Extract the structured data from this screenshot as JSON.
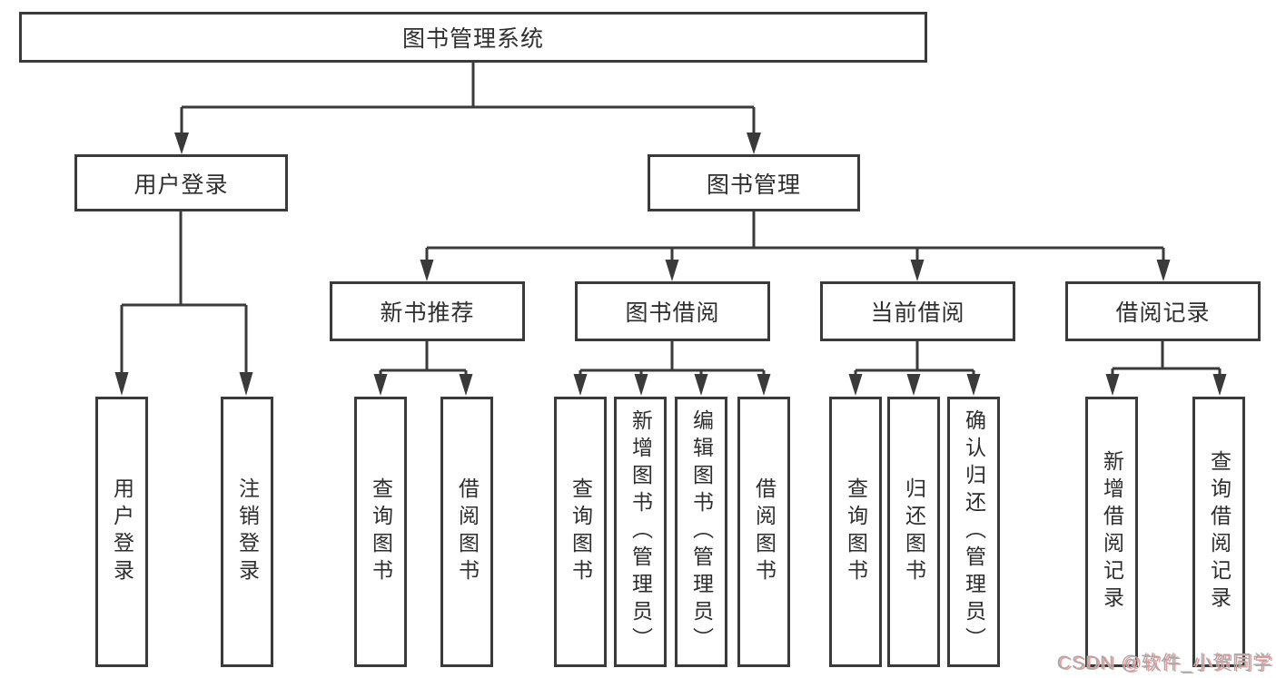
{
  "diagram": {
    "root": {
      "label": "图书管理系统",
      "children": [
        {
          "label": "用户登录",
          "children": [
            {
              "label": "用户登录"
            },
            {
              "label": "注销登录"
            }
          ]
        },
        {
          "label": "图书管理",
          "children": [
            {
              "label": "新书推荐",
              "children": [
                {
                  "label": "查询图书"
                },
                {
                  "label": "借阅图书"
                }
              ]
            },
            {
              "label": "图书借阅",
              "children": [
                {
                  "label": "查询图书"
                },
                {
                  "label": "新增图书（管理员）"
                },
                {
                  "label": "编辑图书（管理员）"
                },
                {
                  "label": "借阅图书"
                }
              ]
            },
            {
              "label": "当前借阅",
              "children": [
                {
                  "label": "查询图书"
                },
                {
                  "label": "归还图书"
                },
                {
                  "label": "确认归还（管理员）"
                }
              ]
            },
            {
              "label": "借阅记录",
              "children": [
                {
                  "label": "新增借阅记录"
                },
                {
                  "label": "查询借阅记录"
                }
              ]
            }
          ]
        }
      ]
    },
    "colors": {
      "line": "#3a3a3a",
      "text": "#2e2e2e",
      "background": "#ffffff",
      "watermark_gray": "#a9a9a9",
      "watermark_pink": "#ef9a9a"
    }
  },
  "watermark": {
    "text": "CSDN @软件_小贺同学"
  }
}
